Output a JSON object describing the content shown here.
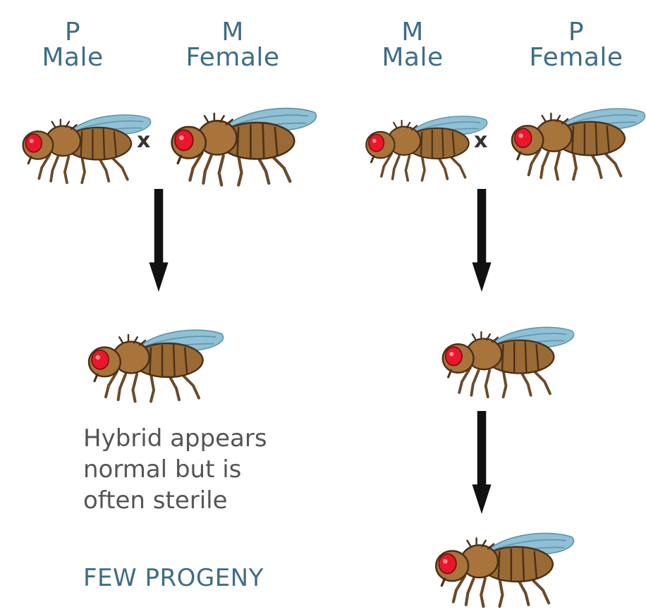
{
  "left_cross": {
    "parent1": {
      "strain": "P",
      "sex": "Male"
    },
    "parent2": {
      "strain": "M",
      "sex": "Female"
    },
    "cross_symbol": "x",
    "caption_lines": [
      "Hybrid appears",
      "normal but is",
      "often sterile"
    ],
    "outcome": "FEW PROGENY"
  },
  "right_cross": {
    "parent1": {
      "strain": "M",
      "sex": "Male"
    },
    "parent2": {
      "strain": "P",
      "sex": "Female"
    },
    "cross_symbol": "x"
  },
  "colors": {
    "label": "#3e6d86",
    "body": "#9a6a35",
    "wing": "#7fb5cc",
    "eye": "#e8182a",
    "arrow": "#111111"
  },
  "icons": [
    "fruit-fly-icon",
    "down-arrow-icon"
  ]
}
